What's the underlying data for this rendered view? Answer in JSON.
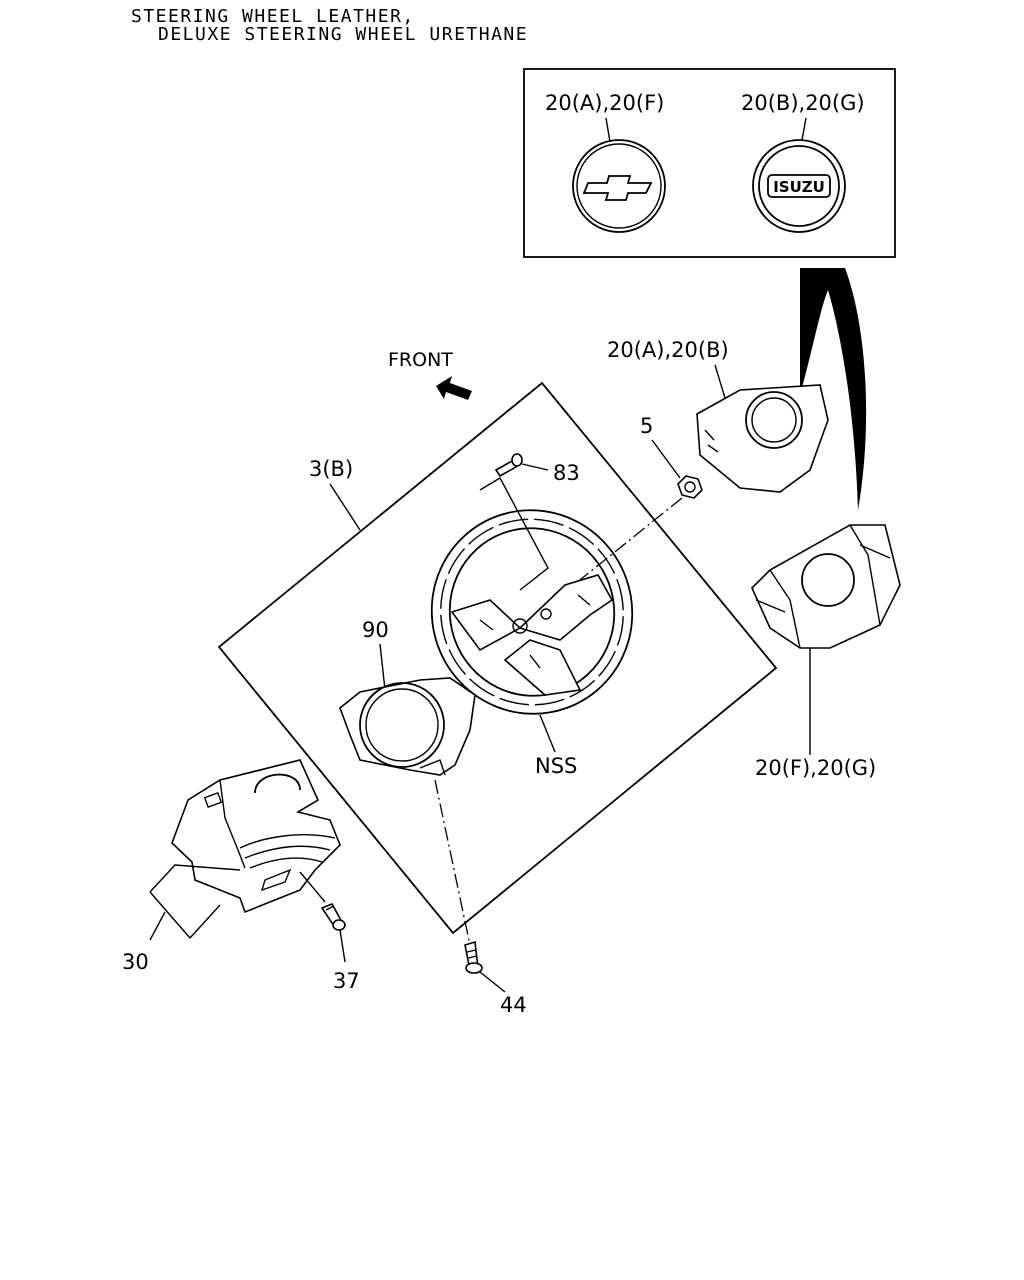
{
  "header": {
    "line1": "STEERING WHEEL LEATHER,",
    "line2": "DELUXE STEERING WHEEL URETHANE"
  },
  "inset": {
    "left_label": "20(A),20(F)",
    "right_label": "20(B),20(G)",
    "right_emblem_text": "ISUZU"
  },
  "labels": {
    "front": "FRONT",
    "p20ab": "20(A),20(B)",
    "p5": "5",
    "p3b": "3(B)",
    "p83": "83",
    "p90": "90",
    "nss": "NSS",
    "p20fg": "20(F),20(G)",
    "p30": "30",
    "p37": "37",
    "p44": "44"
  }
}
